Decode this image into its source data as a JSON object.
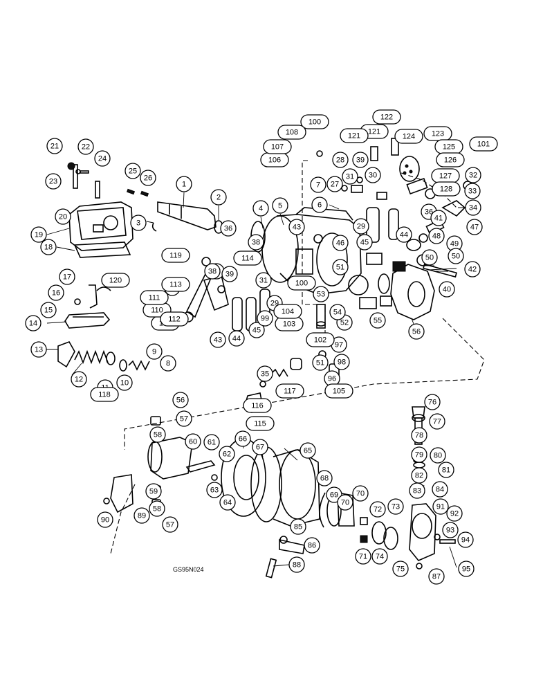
{
  "figure_code": "GS95N024",
  "callouts": [
    "1",
    "2",
    "3",
    "4",
    "5",
    "6",
    "7",
    "8",
    "9",
    "10",
    "11",
    "12",
    "13",
    "14",
    "15",
    "16",
    "17",
    "18",
    "19",
    "20",
    "21",
    "22",
    "23",
    "24",
    "25",
    "26",
    "27",
    "28",
    "28",
    "29",
    "29",
    "30",
    "31",
    "31",
    "32",
    "33",
    "34",
    "35",
    "36",
    "36",
    "37",
    "38",
    "38",
    "39",
    "39",
    "40",
    "41",
    "42",
    "43",
    "43",
    "44",
    "44",
    "45",
    "45",
    "46",
    "47",
    "48",
    "49",
    "50",
    "50",
    "51",
    "51",
    "52",
    "53",
    "54",
    "55",
    "56",
    "56",
    "57",
    "57",
    "58",
    "58",
    "59",
    "60",
    "61",
    "62",
    "63",
    "64",
    "65",
    "66",
    "67",
    "68",
    "69",
    "70",
    "70",
    "71",
    "72",
    "73",
    "74",
    "75",
    "76",
    "77",
    "78",
    "79",
    "80",
    "81",
    "82",
    "83",
    "84",
    "85",
    "86",
    "87",
    "88",
    "89",
    "90",
    "91",
    "92",
    "93",
    "94",
    "95",
    "96",
    "97",
    "98",
    "99",
    "100",
    "100",
    "101",
    "102",
    "103",
    "104",
    "105",
    "106",
    "107",
    "108",
    "109",
    "110",
    "111",
    "112",
    "113",
    "114",
    "115",
    "116",
    "117",
    "118",
    "119",
    "120",
    "121",
    "121",
    "122",
    "123",
    "124",
    "125",
    "126",
    "127",
    "128"
  ]
}
